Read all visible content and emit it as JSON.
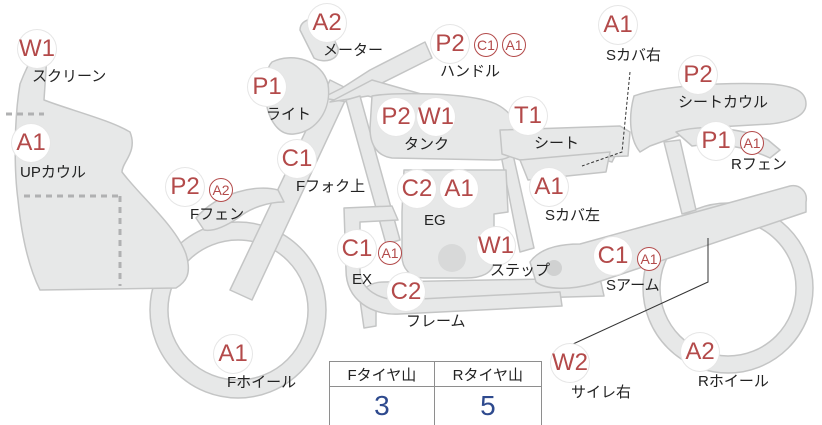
{
  "diagram": {
    "colors": {
      "part_fill": "#e7e8e8",
      "part_stroke": "#c4c5c5",
      "badge_text": "#b34a4a",
      "value_text": "#2e4a8e"
    },
    "callouts": [
      {
        "id": "screen",
        "label": "スクリーン",
        "codes": [
          "W1"
        ]
      },
      {
        "id": "up-cowl",
        "label": "UPカウル",
        "codes": [
          "A1"
        ]
      },
      {
        "id": "light",
        "label": "ライト",
        "codes": [
          "P1"
        ]
      },
      {
        "id": "meter",
        "label": "メーター",
        "codes": [
          "A2"
        ]
      },
      {
        "id": "handle",
        "label": "ハンドル",
        "codes": [
          "P2",
          "C1",
          "A1"
        ]
      },
      {
        "id": "tank",
        "label": "タンク",
        "codes": [
          "P2",
          "W1"
        ]
      },
      {
        "id": "seat",
        "label": "シート",
        "codes": [
          "T1"
        ]
      },
      {
        "id": "s-cover-right",
        "label": "Sカバ右",
        "codes": [
          "A1"
        ]
      },
      {
        "id": "seat-cowl",
        "label": "シートカウル",
        "codes": [
          "P2"
        ]
      },
      {
        "id": "r-fender",
        "label": "Rフェン",
        "codes": [
          "P1",
          "A1"
        ]
      },
      {
        "id": "f-fork-upper",
        "label": "Fフォク上",
        "codes": [
          "C1"
        ]
      },
      {
        "id": "f-fender",
        "label": "Fフェン",
        "codes": [
          "P2",
          "A2"
        ]
      },
      {
        "id": "engine",
        "label": "EG",
        "codes": [
          "C2",
          "A1"
        ]
      },
      {
        "id": "s-cover-left",
        "label": "Sカバ左",
        "codes": [
          "A1"
        ]
      },
      {
        "id": "exhaust",
        "label": "EX",
        "codes": [
          "C1",
          "A1"
        ]
      },
      {
        "id": "step",
        "label": "ステップ",
        "codes": [
          "W1"
        ]
      },
      {
        "id": "swing-arm",
        "label": "Sアーム",
        "codes": [
          "C1",
          "A1"
        ]
      },
      {
        "id": "frame",
        "label": "フレーム",
        "codes": [
          "C2"
        ]
      },
      {
        "id": "silencer-right",
        "label": "サイレ右",
        "codes": [
          "W2"
        ]
      },
      {
        "id": "f-wheel",
        "label": "Fホイール",
        "codes": [
          "A1"
        ]
      },
      {
        "id": "r-wheel",
        "label": "Rホイール",
        "codes": [
          "A2"
        ]
      }
    ]
  },
  "tire_table": {
    "headers": [
      "Fタイヤ山",
      "Rタイヤ山"
    ],
    "values": [
      "3",
      "5"
    ]
  }
}
